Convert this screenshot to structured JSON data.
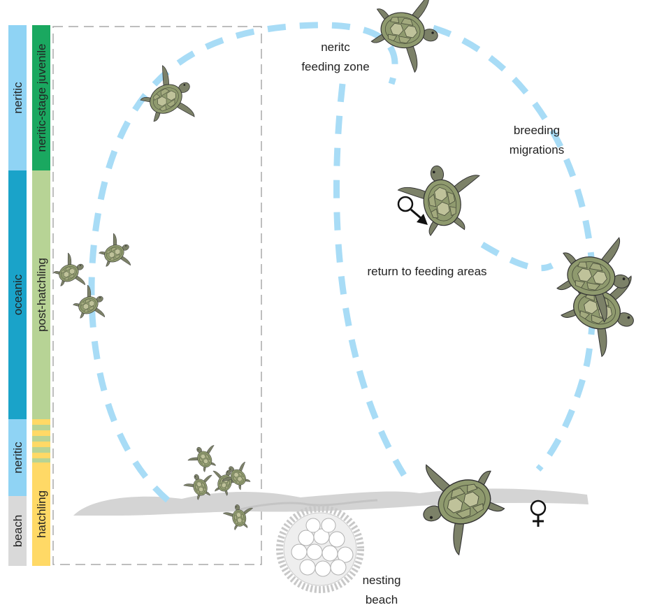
{
  "sidebar": {
    "habitat_bands": [
      {
        "label": "neritic",
        "color": "#8fd3f4"
      },
      {
        "label": "oceanic",
        "color": "#1aa3c9"
      },
      {
        "label": "neritic",
        "color": "#8fd3f4"
      },
      {
        "label": "beach",
        "color": "#d9d9d9"
      }
    ],
    "stage_bands": [
      {
        "label": "neritic-stage juvenile",
        "color": "#1aa860"
      },
      {
        "label": "post-hatchling",
        "color": "#b7d395"
      },
      {
        "label": "hatchling",
        "color": "#ffd966"
      }
    ]
  },
  "labels": {
    "feeding_zone_line1": "neritc",
    "feeding_zone_line2": "feeding zone",
    "breeding_line1": "breeding",
    "breeding_line2": "migrations",
    "return": "return to feeding areas",
    "nesting_line1": "nesting",
    "nesting_line2": "beach"
  },
  "symbols": {
    "male": "male-symbol",
    "female": "female-symbol"
  },
  "colors": {
    "cycle_dash": "#a8dcf6",
    "shell": "#8f9a6e",
    "shell_plate": "#bfc29a",
    "skin": "#7c8168",
    "sand": "#d4d4d4"
  }
}
